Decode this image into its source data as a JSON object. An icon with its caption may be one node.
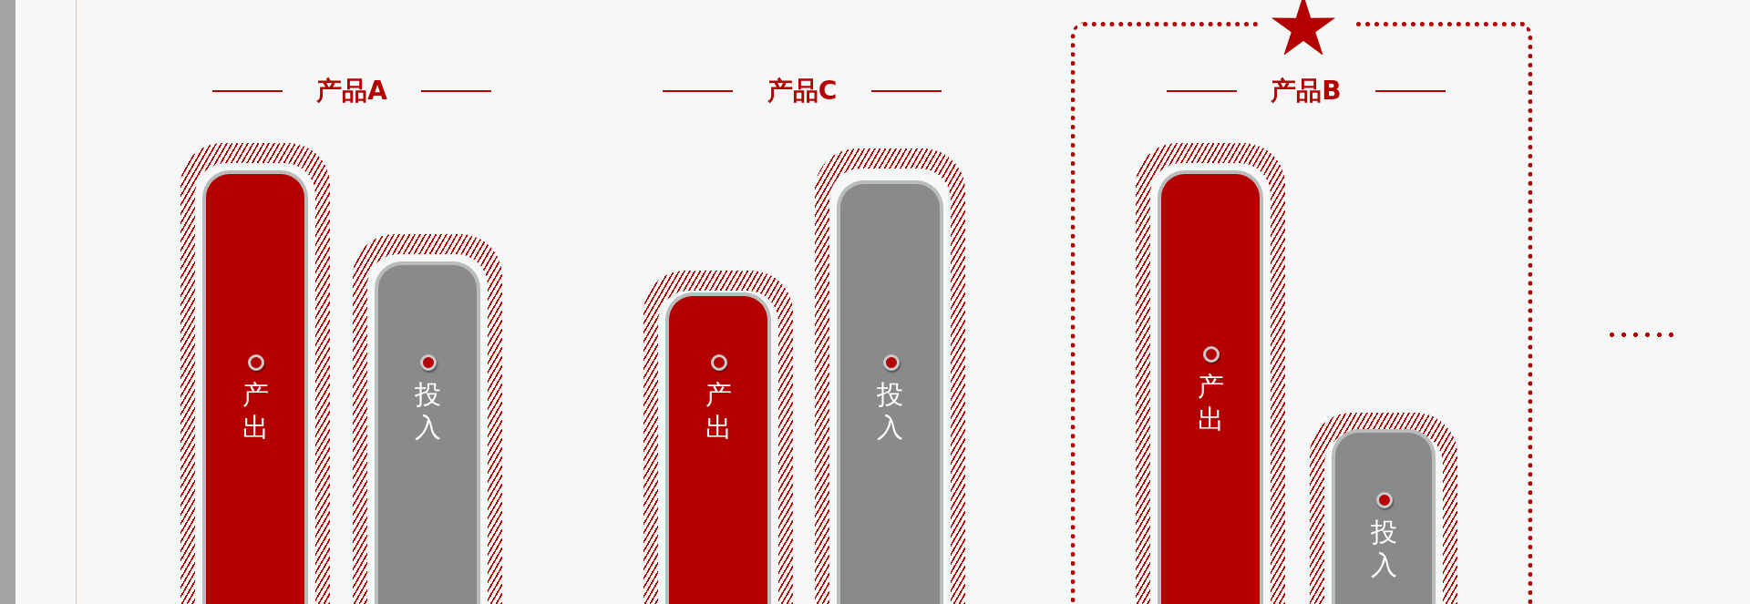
{
  "diagram": {
    "nodes": [
      {
        "text": [
          "产出"
        ]
      },
      {
        "text": [
          "投入"
        ]
      },
      {
        "text": [
          "产出"
        ]
      },
      {
        "text": [
          "投入"
        ]
      },
      {
        "text": [],
        "shape": "box"
      },
      {
        "text": [
          "产出"
        ],
        "in": 4
      },
      {
        "text": [
          "投入"
        ],
        "in": 4
      }
    ],
    "labels": [
      "产品A",
      "产品C",
      "产品B"
    ]
  }
}
